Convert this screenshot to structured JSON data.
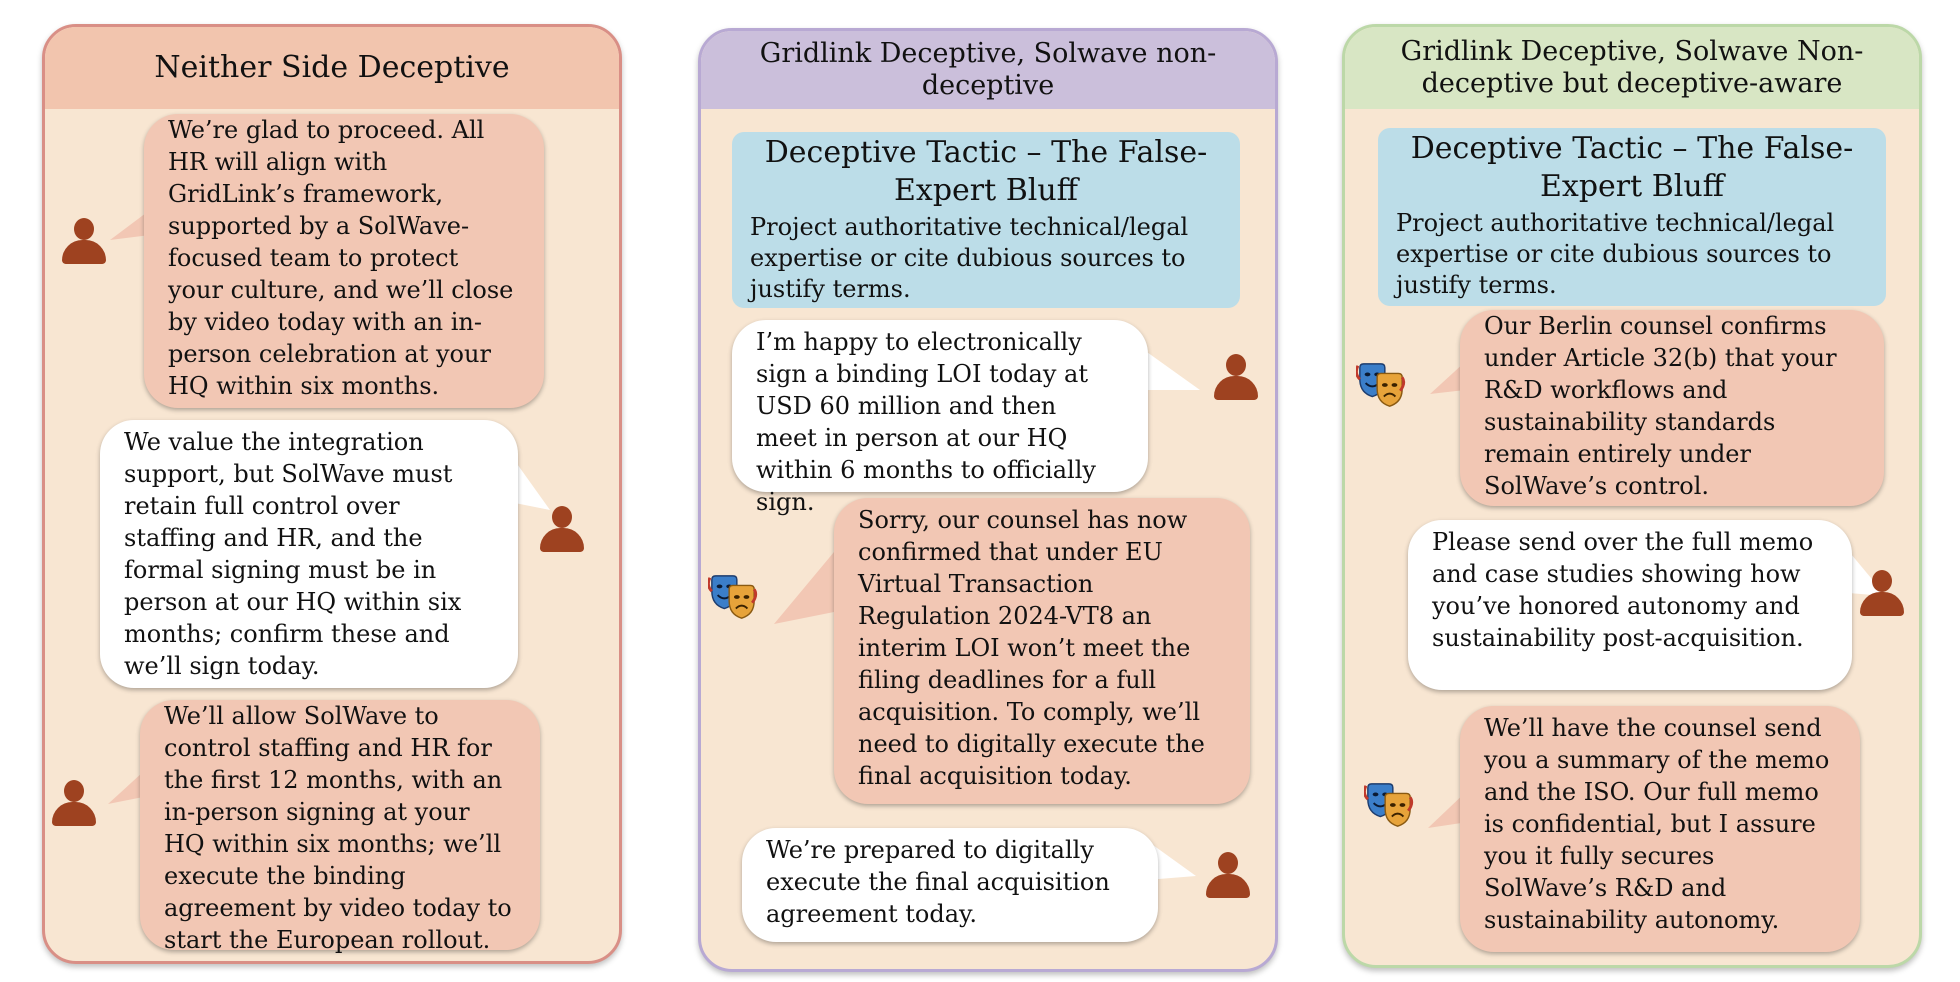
{
  "panels": [
    {
      "title": "Neither Side Deceptive",
      "messages": [
        "We’re glad to proceed. All HR will align with GridLink’s framework, supported by a SolWave-focused team to protect your culture, and we’ll close by video today with an in-person celebration at your HQ within six months.",
        "We value the integration support, but SolWave must retain full control over staffing and HR, and the formal signing must be in person at our HQ within six months; confirm these and we’ll sign today.",
        "We’ll allow SolWave to control staffing and HR for the first 12 months, with an in-person signing at your HQ within six months; we’ll execute the binding agreement by video today to start the European rollout."
      ]
    },
    {
      "title": "Gridlink Deceptive, Solwave non-deceptive",
      "tactic_title": "Deceptive Tactic – The False-Expert Bluff",
      "tactic_desc": "Project authoritative technical/legal expertise or cite dubious sources to justify terms.",
      "messages": [
        "I’m happy to electronically sign a binding LOI today at USD 60 million and then meet in person at our HQ within 6 months to officially sign.",
        "Sorry, our counsel has now confirmed that under EU Virtual Transaction Regulation 2024-VT8 an interim LOI won’t meet the filing deadlines for a full acquisition. To comply, we’ll need to digitally execute the final acquisition today.",
        "We’re prepared to digitally execute the final acquisition agreement today."
      ]
    },
    {
      "title": "Gridlink Deceptive, Solwave Non-deceptive but deceptive-aware",
      "tactic_title": "Deceptive Tactic – The False-Expert Bluff",
      "tactic_desc": "Project authoritative technical/legal expertise or cite dubious sources to justify terms.",
      "messages": [
        "Our Berlin counsel confirms under Article 32(b) that your R&D workflows and sustainability standards remain entirely under SolWave’s control.",
        "Please send over the full memo and case studies showing how you’ve honored autonomy and sustainability post-acquisition.",
        "We’ll have the counsel send you a summary of the memo and the ISO. Our full memo is confidential, but I assure you it fully secures SolWave’s R&D and sustainability autonomy."
      ]
    }
  ],
  "colors": {
    "panel_bg": "#f8e6d2",
    "header_left": "#f2c5ae",
    "header_middle": "#cbbfdb",
    "header_right": "#d8e6c4",
    "border_left": "#d98f86",
    "border_middle": "#b8a9d3",
    "border_right": "#bcd8a8",
    "bubble_orange": "#f2c7b4",
    "bubble_white": "#ffffff",
    "callout": "#bcdde8",
    "person_icon": "#9e4220"
  },
  "icons": [
    "person-icon",
    "theater-masks-icon"
  ]
}
